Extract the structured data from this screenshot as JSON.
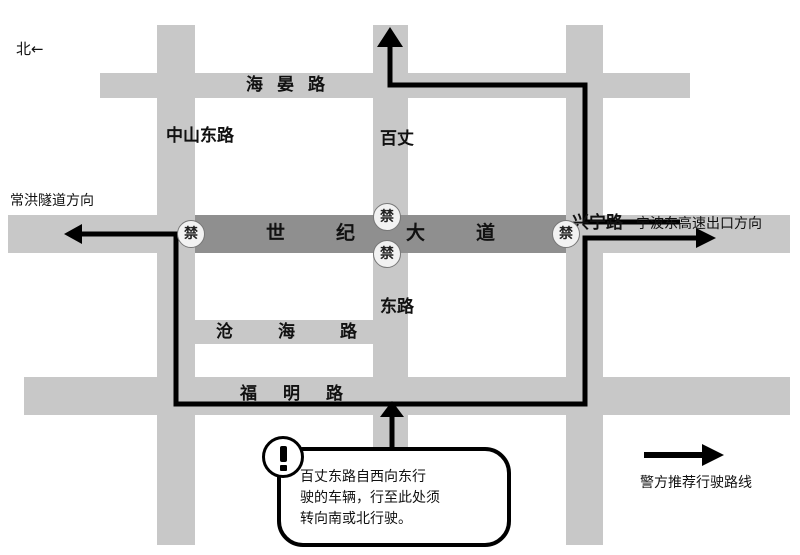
{
  "compass": {
    "label": "北",
    "arrow_glyph": "←"
  },
  "roads": {
    "haiyan": "海晏路",
    "zhongshan_dong": "中山东路",
    "baizhang_north": "百丈",
    "baizhang_south": "东路",
    "xingning": "兴宁路",
    "shiji_dadao": "世纪大道",
    "canghai": "沧海路",
    "fuming": "福明路"
  },
  "directions": {
    "west": "常洪隧道方向",
    "east": "宁波东高速出口方向"
  },
  "ban_label": "禁",
  "notice": {
    "icon": "exclamation-icon",
    "lines": [
      "百丈东路自西向东行",
      "驶的车辆，行至此处须",
      "转向南或北行驶。"
    ]
  },
  "legend": {
    "label": "警方推荐行驶路线",
    "icon": "arrow-right-icon"
  },
  "colors": {
    "road": "#c8c8c8",
    "main_avenue": "#8f8f8f",
    "route": "#000000",
    "ban_marker": "#f2f2f2"
  }
}
